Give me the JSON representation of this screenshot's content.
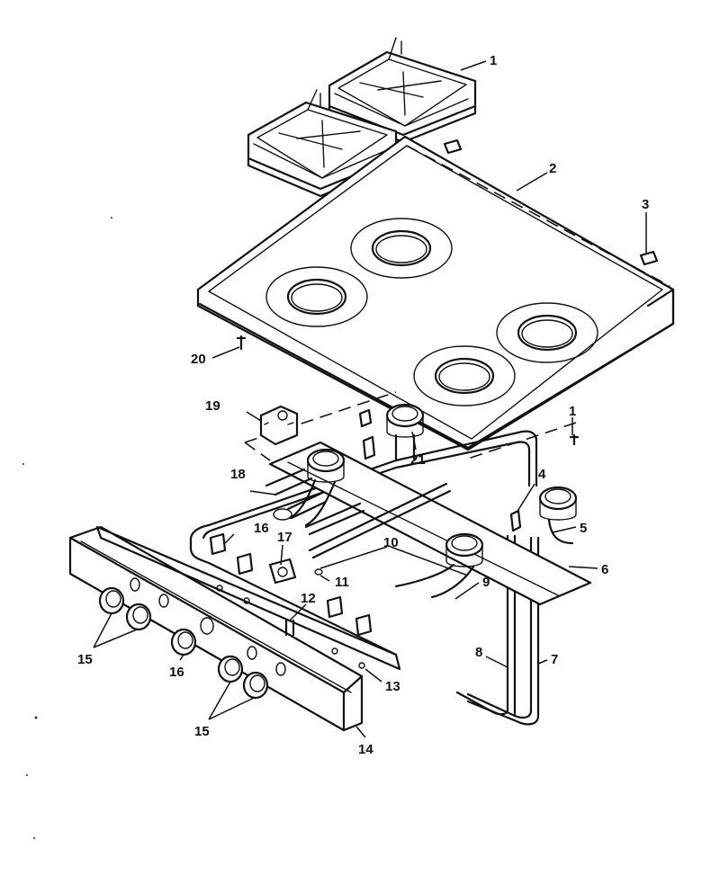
{
  "callouts": [
    {
      "id": "c1",
      "label": "1"
    },
    {
      "id": "c1b",
      "label": "1"
    },
    {
      "id": "c2",
      "label": "2"
    },
    {
      "id": "c3",
      "label": "3"
    },
    {
      "id": "c4",
      "label": "4"
    },
    {
      "id": "c5",
      "label": "5"
    },
    {
      "id": "c6",
      "label": "6"
    },
    {
      "id": "c7",
      "label": "7"
    },
    {
      "id": "c8",
      "label": "8"
    },
    {
      "id": "c9",
      "label": "9"
    },
    {
      "id": "c10",
      "label": "10"
    },
    {
      "id": "c11",
      "label": "11"
    },
    {
      "id": "c12",
      "label": "12"
    },
    {
      "id": "c13",
      "label": "13"
    },
    {
      "id": "c14",
      "label": "14"
    },
    {
      "id": "c15a",
      "label": "15"
    },
    {
      "id": "c15b",
      "label": "15"
    },
    {
      "id": "c16a",
      "label": "16"
    },
    {
      "id": "c16b",
      "label": "16"
    },
    {
      "id": "c17",
      "label": "17"
    },
    {
      "id": "c18",
      "label": "18"
    },
    {
      "id": "c19",
      "label": "19"
    },
    {
      "id": "c20",
      "label": "20"
    },
    {
      "id": "c21",
      "label": "21"
    }
  ]
}
